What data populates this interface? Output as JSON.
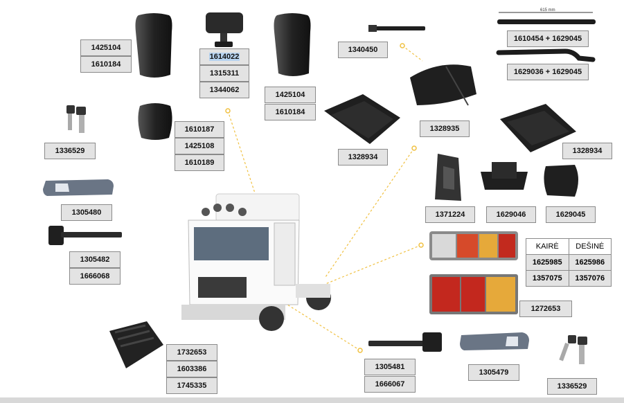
{
  "labels": {
    "mirror_left_1": "1425104",
    "mirror_left_2": "1610184",
    "mirror_center_1": "1614022",
    "mirror_center_2": "1315311",
    "mirror_center_3": "1344062",
    "mirror_right_1": "1425104",
    "mirror_right_2": "1610184",
    "small_mirror_1": "1610187",
    "small_mirror_2": "1425108",
    "small_mirror_3": "1610189",
    "keys_left": "1336529",
    "handle_recess_left": "1305480",
    "door_handle_left_1": "1305482",
    "door_handle_left_2": "1666068",
    "step_1": "1732653",
    "step_2": "1603386",
    "step_3": "1745335",
    "fender_bracket": "1340450",
    "rod_1": "1610454 + 1629045",
    "rod_dim": "615 mm",
    "rod_2": "1629036 + 1629045",
    "fender_top": "1328935",
    "fender_left": "1328934",
    "fender_right": "1328934",
    "bracket_a": "1371224",
    "bracket_b": "1629046",
    "bracket_c": "1629045",
    "lamp_single": "1272653",
    "door_handle_right_1": "1305481",
    "door_handle_right_2": "1666067",
    "handle_recess_right": "1305479",
    "keys_right": "1336529"
  },
  "lamp_table": {
    "col_left": "KAIRĖ",
    "col_right": "DEŠINĖ",
    "row1_left": "1625985",
    "row1_right": "1625986",
    "row2_left": "1357075",
    "row2_right": "1357076"
  },
  "colors": {
    "label_bg": "#e3e3e3",
    "label_border": "#8a8a8a",
    "leader_line": "#f0c040",
    "highlight": "#b8d4f0"
  }
}
